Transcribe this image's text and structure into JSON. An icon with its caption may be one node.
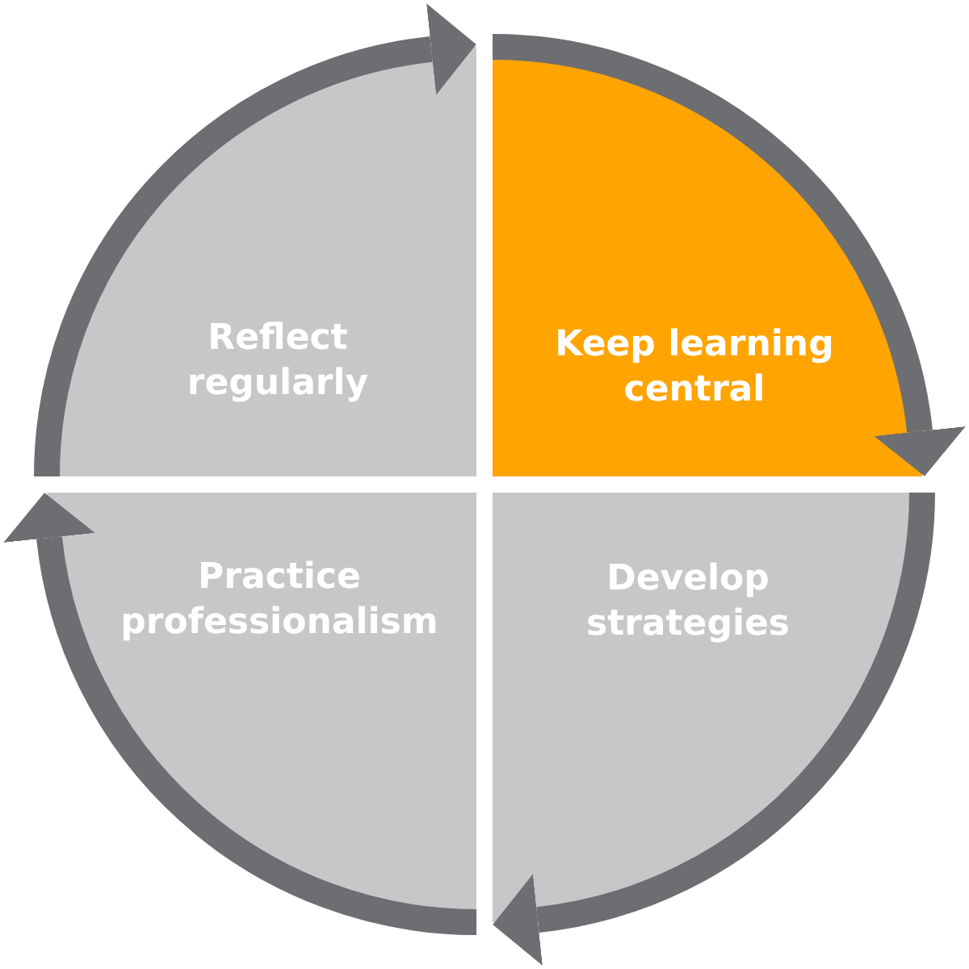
{
  "diagram": {
    "nodes": [
      {
        "text": [
          "Reflect regularly"
        ]
      },
      {
        "text": [
          "Keep learning central"
        ]
      },
      {
        "text": [
          "Practice professionalism"
        ]
      },
      {
        "text": [
          "Develop strategies"
        ]
      }
    ],
    "edges": [
      {
        "from": 0,
        "to": 1,
        "arrow": "to"
      },
      {
        "from": 1,
        "to": 3,
        "arrow": "to"
      },
      {
        "from": 3,
        "to": 2,
        "arrow": "to"
      },
      {
        "from": 2,
        "to": 0,
        "arrow": "to"
      }
    ]
  }
}
